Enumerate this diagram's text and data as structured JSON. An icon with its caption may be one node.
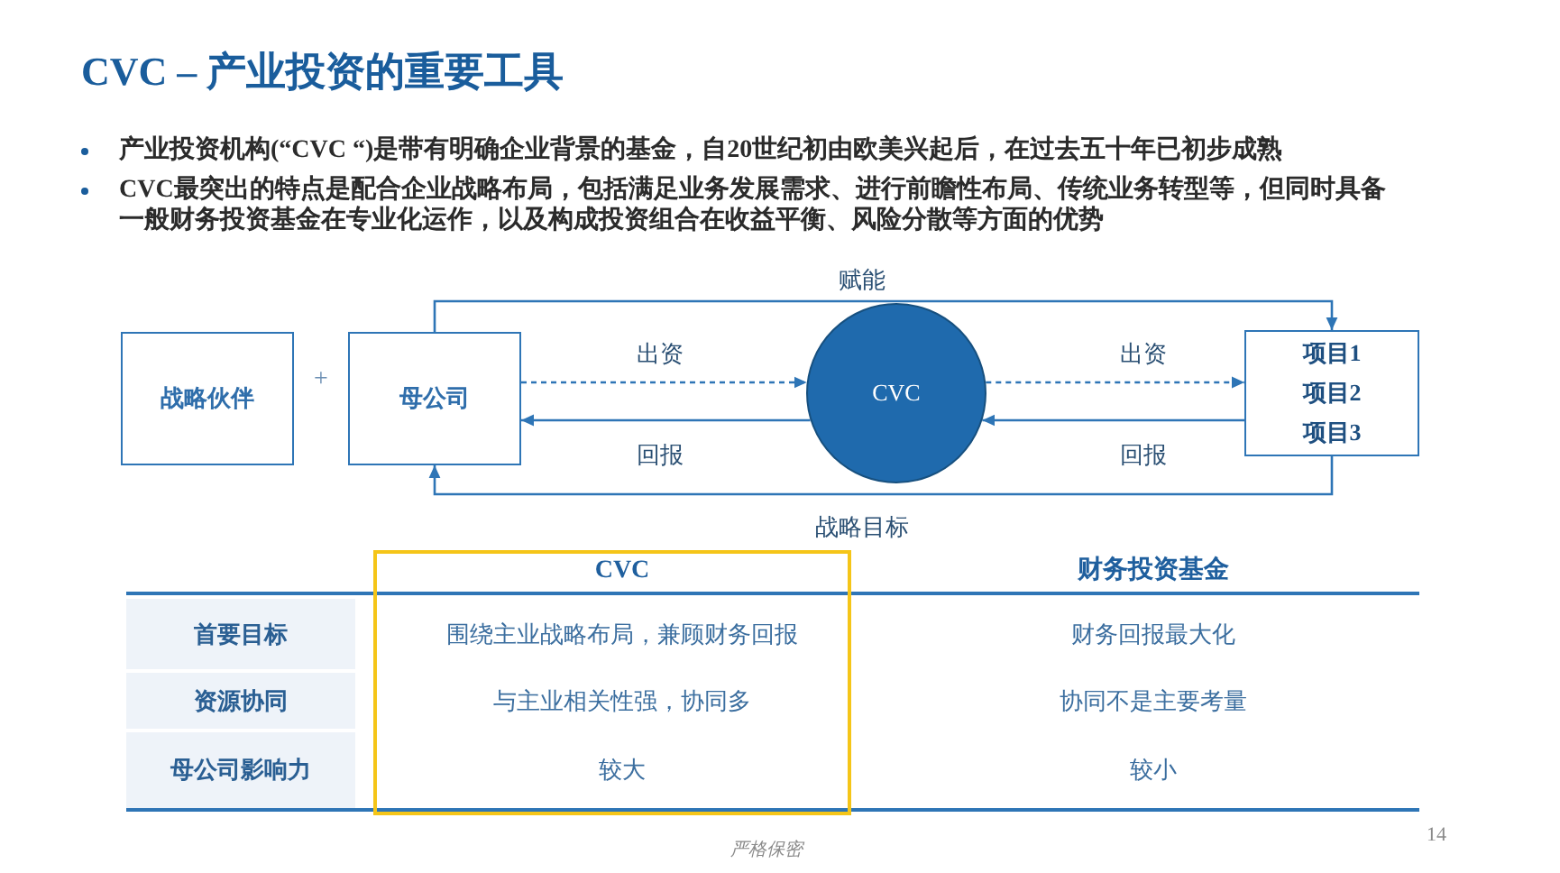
{
  "diagram": {
    "title": "CVC – 产业投资的重要工具",
    "nodes": [
      {
        "text": [
          "战略伙伴"
        ]
      },
      {
        "text": [
          "母公司"
        ]
      },
      {
        "text": [
          "CVC"
        ]
      },
      {
        "text": [
          "项目1",
          "项目2",
          "项目3"
        ]
      }
    ],
    "edges": [
      {
        "from": 1,
        "to": 2,
        "arrow": "to",
        "style": "dashed",
        "label": "出资"
      },
      {
        "from": 2,
        "to": 1,
        "arrow": "to",
        "label": "回报"
      },
      {
        "from": 2,
        "to": 3,
        "arrow": "to",
        "style": "dashed",
        "label": "出资"
      },
      {
        "from": 3,
        "to": 2,
        "arrow": "to",
        "label": "回报"
      },
      {
        "from": 1,
        "to": 3,
        "arrow": "to",
        "label": "赋能"
      },
      {
        "from": 3,
        "to": 1,
        "arrow": "to",
        "label": "战略目标"
      }
    ],
    "labels": [
      "产业投资机构(“CVC “)是带有明确企业背景的基金，自20世纪初由欧美兴起后，在过去五十年已初步成熟",
      "CVC最突出的特点是配合企业战略布局，包括满足业务发展需求、进行前瞻性布局、传统业务转型等，但同时具备一般财务投资基金在专业化运作，以及构成投资组合在收益平衡、风险分散等方面的优势",
      "+",
      "CVC",
      "财务投资基金",
      "首要目标",
      "围绕主业战略布局，兼顾财务回报",
      "财务回报最大化",
      "资源协同",
      "与主业相关性强，协同多",
      "协同不是主要考量",
      "母公司影响力",
      "较大",
      "较小",
      "严格保密",
      "14"
    ]
  }
}
